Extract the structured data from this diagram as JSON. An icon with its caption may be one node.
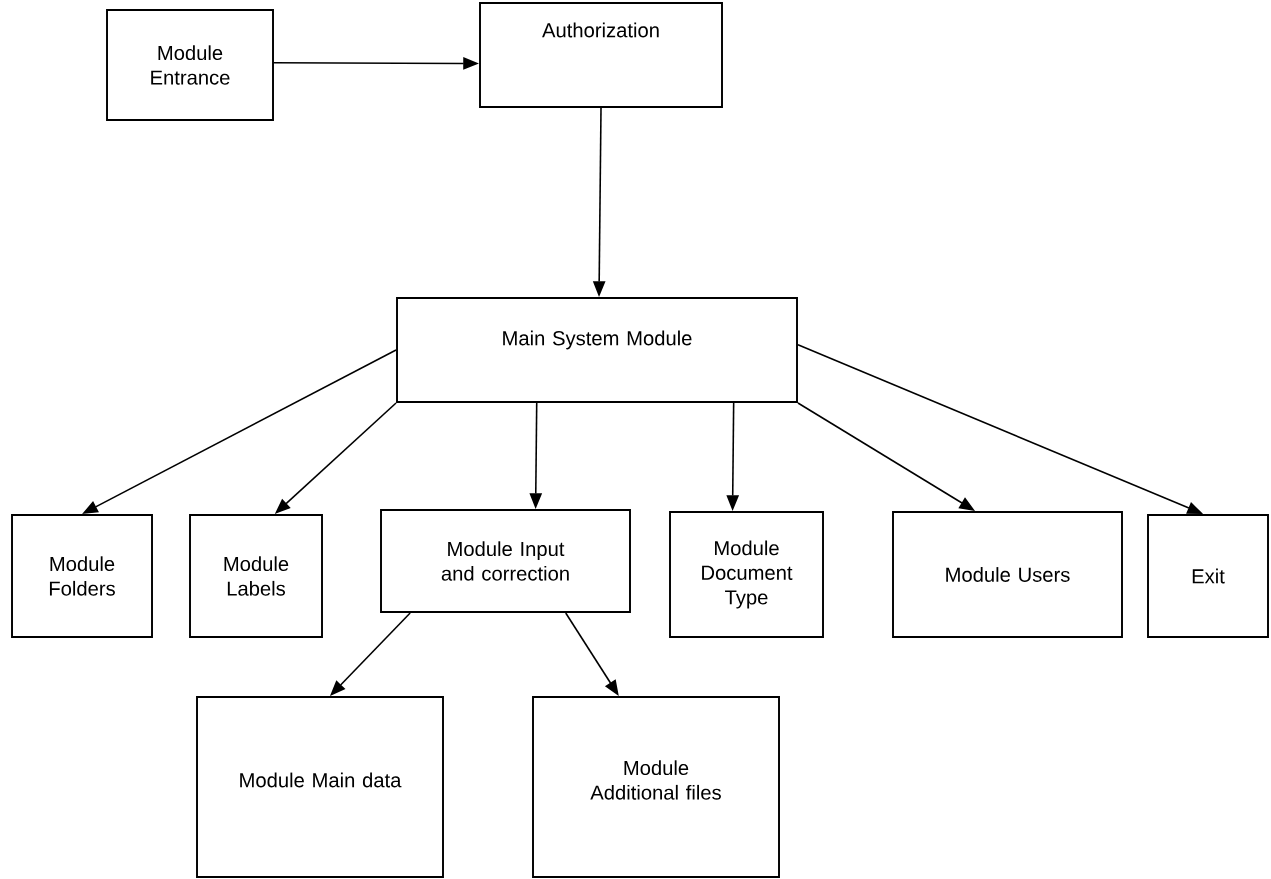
{
  "diagram": {
    "nodes": [
      {
        "text": [
          "Module Entrance"
        ]
      },
      {
        "text": [
          "Authorization"
        ]
      },
      {
        "text": [
          "Main System Module"
        ]
      },
      {
        "text": [
          "Module Folders"
        ]
      },
      {
        "text": [
          "Module Labels"
        ]
      },
      {
        "text": [
          "Module Input and correction"
        ]
      },
      {
        "text": [
          "Module Document Type"
        ]
      },
      {
        "text": [
          "Module Users"
        ]
      },
      {
        "text": [
          "Exit"
        ]
      },
      {
        "text": [
          "Module Main data"
        ]
      },
      {
        "text": [
          "Module Additional files"
        ]
      }
    ],
    "edges": [
      {
        "from": 0,
        "to": 1,
        "arrow": "to"
      },
      {
        "from": 1,
        "to": 2,
        "arrow": "to"
      },
      {
        "from": 2,
        "to": 3,
        "arrow": "to"
      },
      {
        "from": 2,
        "to": 4,
        "arrow": "to"
      },
      {
        "from": 2,
        "to": 5,
        "arrow": "to"
      },
      {
        "from": 2,
        "to": 6,
        "arrow": "to"
      },
      {
        "from": 2,
        "to": 7,
        "arrow": "to"
      },
      {
        "from": 2,
        "to": 8,
        "arrow": "to"
      },
      {
        "from": 5,
        "to": 9,
        "arrow": "to"
      },
      {
        "from": 5,
        "to": 10,
        "arrow": "to"
      }
    ]
  }
}
